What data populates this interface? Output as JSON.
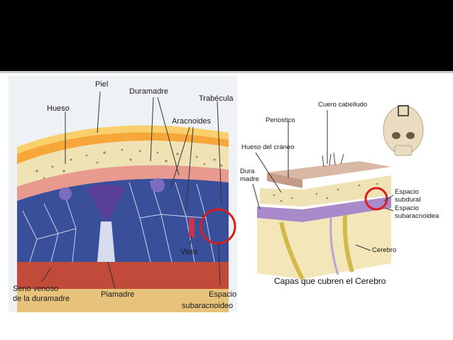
{
  "slide": {
    "header_band_color": "#000000",
    "background": "#ffffff"
  },
  "left_figure": {
    "labels": {
      "piel": "Piel",
      "duramadre": "Duramadre",
      "trabecula": "Trabécula",
      "hueso": "Hueso",
      "aracnoides": "Aracnoides",
      "vaso": "Vaso",
      "seno_line1": "Seno venoso",
      "seno_line2": "de la duramadre",
      "piamadre": "Piamadre",
      "espacio_line1": "Espacio",
      "espacio_line2": "subaracnoideo"
    },
    "highlight_color": "#d91c1c"
  },
  "right_figure": {
    "labels": {
      "cuero": "Cuero cabelludo",
      "periostico": "Periostico",
      "hueso_craneo": "Hueso del cráneo",
      "dura_line1": "Dura",
      "dura_line2": "madre",
      "subdural_line1": "Espacio",
      "subdural_line2": "subdural",
      "subarac_line1": "Espacio",
      "subarac_line2": "subaracnoidea",
      "cerebro": "Cerebro"
    },
    "caption": "Capas que cubren el Cerebro",
    "highlight_color": "#d91c1c"
  }
}
